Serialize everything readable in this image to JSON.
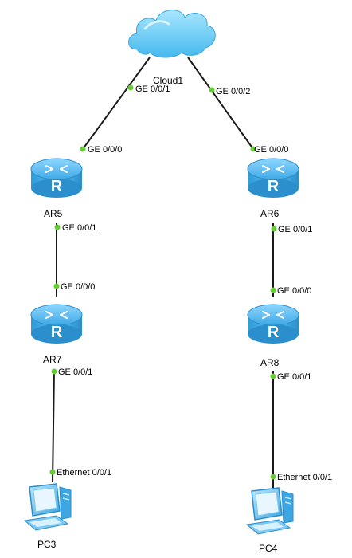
{
  "devices": {
    "cloud": {
      "label": "Cloud1",
      "icon": "cloud-icon"
    },
    "ar5": {
      "label": "AR5",
      "icon": "router-icon"
    },
    "ar6": {
      "label": "AR6",
      "icon": "router-icon"
    },
    "ar7": {
      "label": "AR7",
      "icon": "router-icon"
    },
    "ar8": {
      "label": "AR8",
      "icon": "router-icon"
    },
    "pc3": {
      "label": "PC3",
      "icon": "pc-icon"
    },
    "pc4": {
      "label": "PC4",
      "icon": "pc-icon"
    }
  },
  "links": [
    {
      "from": "Cloud1",
      "from_port": "GE 0/0/1",
      "to": "AR5",
      "to_port": "GE 0/0/0"
    },
    {
      "from": "Cloud1",
      "from_port": "GE 0/0/2",
      "to": "AR6",
      "to_port": "GE 0/0/0"
    },
    {
      "from": "AR5",
      "from_port": "GE 0/0/1",
      "to": "AR7",
      "to_port": "GE 0/0/0"
    },
    {
      "from": "AR6",
      "from_port": "GE 0/0/1",
      "to": "AR8",
      "to_port": "GE 0/0/0"
    },
    {
      "from": "AR7",
      "from_port": "GE 0/0/1",
      "to": "PC3",
      "to_port": "Ethernet 0/0/1"
    },
    {
      "from": "AR8",
      "from_port": "GE 0/0/1",
      "to": "PC4",
      "to_port": "Ethernet 0/0/1"
    }
  ],
  "colors": {
    "router": "#39a8e8",
    "cloud": "#5cc4f0",
    "port_dot": "#66cc33",
    "link": "#1a1a1a"
  }
}
